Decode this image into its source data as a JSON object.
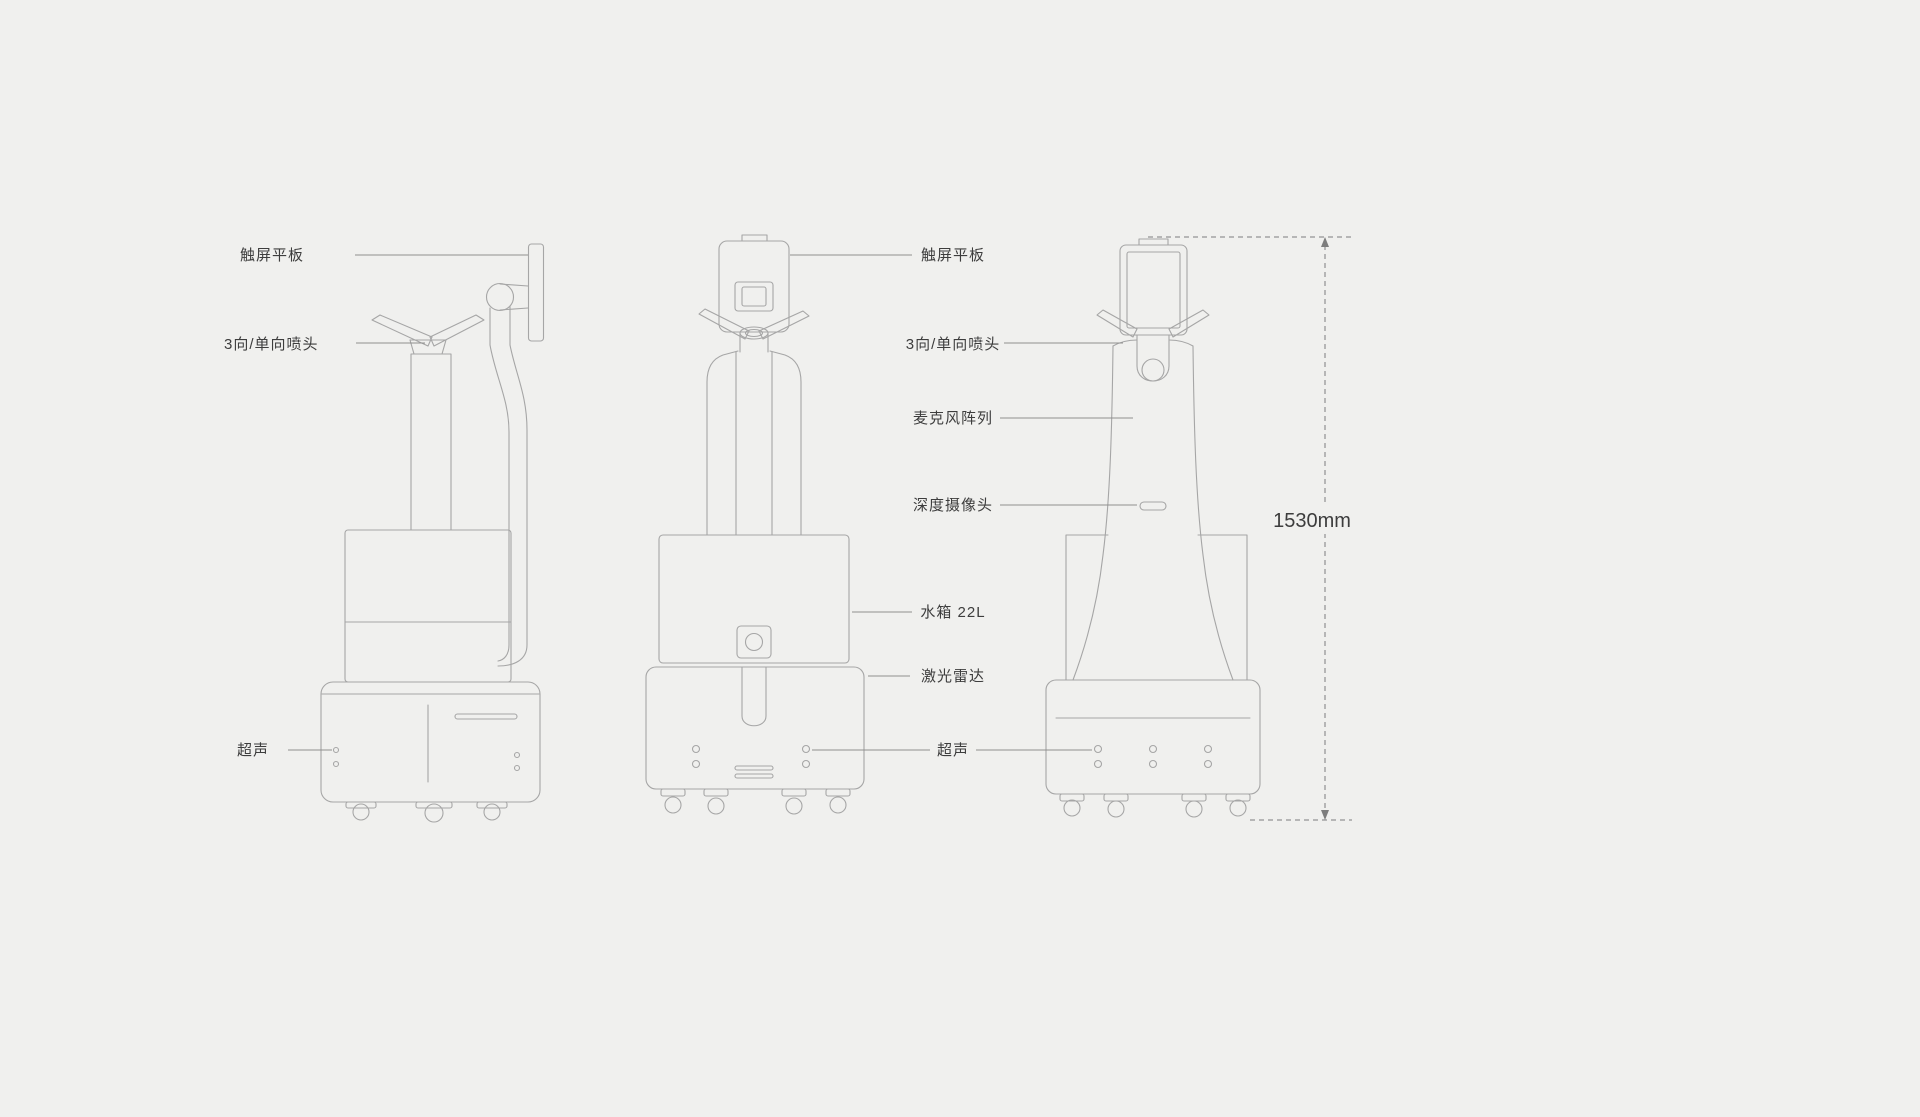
{
  "colors": {
    "background": "#f0f0ee",
    "drawing_line": "#a6a6a6",
    "leader_line": "#8f8f8f",
    "text": "#3d3d3d"
  },
  "diagram": {
    "dimension_label": "1530mm",
    "left_labels": {
      "touchscreen": "触屏平板",
      "nozzle": "3向/单向喷头",
      "ultrasonic": "超声"
    },
    "center_labels": {
      "touchscreen": "触屏平板",
      "nozzle": "3向/单向喷头",
      "mic_array": "麦克风阵列",
      "depth_camera": "深度摄像头",
      "water_tank": "水箱 22L",
      "lidar": "激光雷达",
      "ultrasonic": "超声"
    }
  }
}
